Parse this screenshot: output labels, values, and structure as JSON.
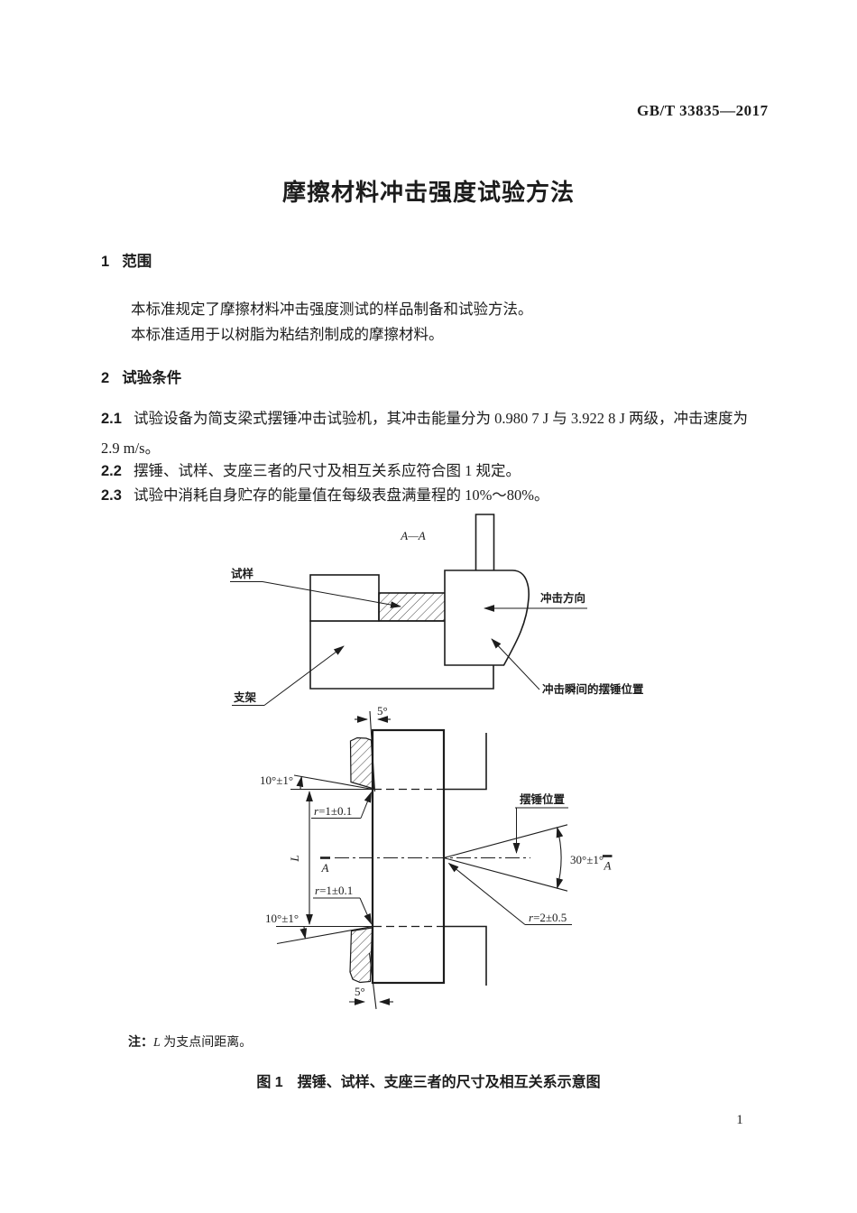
{
  "header": {
    "standard_code": "GB/T 33835—2017"
  },
  "title": "摩擦材料冲击强度试验方法",
  "sections": {
    "s1": {
      "number": "1",
      "heading": "范围",
      "paragraphs": [
        "本标准规定了摩擦材料冲击强度测试的样品制备和试验方法。",
        "本标准适用于以树脂为粘结剂制成的摩擦材料。"
      ]
    },
    "s2": {
      "number": "2",
      "heading": "试验条件",
      "clauses": [
        {
          "num": "2.1",
          "lines": [
            "试验设备为简支梁式摆锤冲击试验机，其冲击能量分为 0.980 7 J 与 3.922 8 J 两级，冲击速度为",
            "2.9 m/s。"
          ]
        },
        {
          "num": "2.2",
          "lines": [
            "摆锤、试样、支座三者的尺寸及相互关系应符合图 1 规定。"
          ]
        },
        {
          "num": "2.3",
          "lines": [
            "试验中消耗自身贮存的能量值在每级表盘满量程的 10%～80%。"
          ]
        }
      ]
    }
  },
  "figure": {
    "view_label": "A—A",
    "labels": {
      "specimen": "试样",
      "support": "支架",
      "impact_direction": "冲击方向",
      "hammer_at_impact": "冲击瞬间的摆锤位置",
      "hammer_position": "摆锤位置"
    },
    "dims": {
      "angle5": "5°",
      "angle10": "10°±1°",
      "angle30": "30°±1°",
      "r1_var": "r",
      "r1_val": "=1±0.1",
      "r2_var": "r",
      "r2_val": "=2±0.5",
      "span": "L",
      "section": "A"
    },
    "note": {
      "prefix": "注：",
      "var": "L",
      "rest": " 为支点间距离。"
    },
    "caption": "图 1　摆锤、试样、支座三者的尺寸及相互关系示意图"
  },
  "footer": {
    "page_number": "1"
  }
}
